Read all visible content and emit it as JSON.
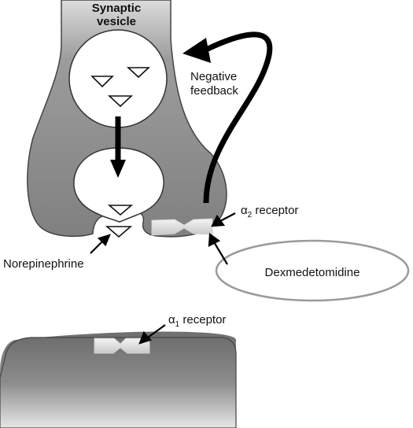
{
  "labels": {
    "vesicle_line1": "Synaptic",
    "vesicle_line2": "vesicle",
    "feedback_line1": "Negative",
    "feedback_line2": "feedback",
    "alpha2_symbol": "α",
    "alpha2_sub": "2",
    "alpha2_text": " receptor",
    "norepinephrine": "Norepinephrine",
    "drug": "Dexmedetomidine",
    "alpha1_symbol": "α",
    "alpha1_sub": "1",
    "alpha1_text": " receptor"
  },
  "colors": {
    "terminal_fill": "#8a8a8a",
    "receptor_fill": "#e2e2e2",
    "ellipse_stroke": "#9a9a9a"
  }
}
